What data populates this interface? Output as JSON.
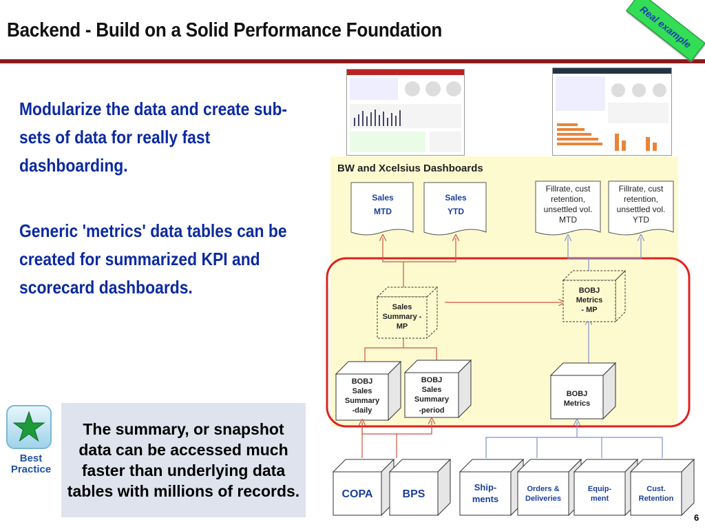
{
  "slide": {
    "title": "Backend - Build on a Solid Performance Foundation",
    "badge": "Real example",
    "para1": "Modularize the data and create sub-sets of data for really fast dashboarding.",
    "para2": "Generic 'metrics' data tables can be created for summarized KPI and scorecard dashboards.",
    "best_practice": "Best Practice",
    "note": "The summary, or snapshot data can be accessed much faster than underlying data tables with millions of records.",
    "page_number": "6"
  },
  "diagram": {
    "panel_title": "BW and Xcelsius Dashboards",
    "docs": [
      {
        "lines": [
          "Sales",
          "MTD"
        ]
      },
      {
        "lines": [
          "Sales",
          "YTD"
        ]
      },
      {
        "lines": [
          "Fillrate, cust",
          "retention,",
          "unsettled vol.",
          "MTD"
        ]
      },
      {
        "lines": [
          "Fillrate, cust",
          "retention,",
          "unsettled vol.",
          "YTD"
        ]
      }
    ],
    "dashed_cubes": [
      {
        "lines": [
          "Sales",
          "Summary -",
          "MP"
        ]
      },
      {
        "lines": [
          "BOBJ",
          "Metrics",
          "- MP"
        ]
      }
    ],
    "solid_cubes": [
      {
        "lines": [
          "BOBJ",
          "Sales",
          "Summary",
          "-daily"
        ]
      },
      {
        "lines": [
          "BOBJ",
          "Sales",
          "Summary",
          "-period"
        ]
      },
      {
        "lines": [
          "BOBJ",
          "Metrics"
        ]
      }
    ],
    "sources": [
      {
        "lines": [
          "COPA"
        ]
      },
      {
        "lines": [
          "BPS"
        ]
      },
      {
        "lines": [
          "Ship-",
          "ments"
        ]
      },
      {
        "lines": [
          "Orders &",
          "Deliveries"
        ]
      },
      {
        "lines": [
          "Equip-",
          "ment"
        ]
      },
      {
        "lines": [
          "Cust.",
          "Retention"
        ]
      }
    ],
    "colors": {
      "panel": "#fdfad0",
      "red": "#e02020",
      "arrow_red": "#cc5544",
      "arrow_blue": "#7f8fcf",
      "text_blue": "#1a3f9a"
    }
  }
}
